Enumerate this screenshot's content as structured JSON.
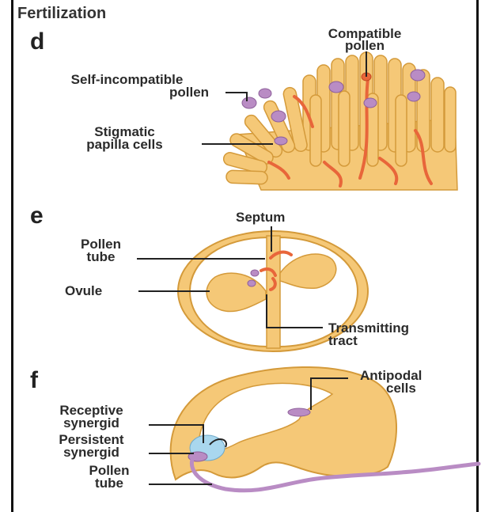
{
  "title": "Fertilization",
  "panels": {
    "d": {
      "letter": "d",
      "compatible_1": "Compatible",
      "compatible_2": "pollen",
      "selfinc_1": "Self-incompatible",
      "selfinc_2": "pollen",
      "stig_1": "Stigmatic",
      "stig_2": "papilla cells"
    },
    "e": {
      "letter": "e",
      "septum": "Septum",
      "pollen_tube_1": "Pollen",
      "pollen_tube_2": "tube",
      "ovule": "Ovule",
      "transmitting_1": "Transmitting",
      "transmitting_2": "tract"
    },
    "f": {
      "letter": "f",
      "antipodal_1": "Antipodal",
      "antipodal_2": "cells",
      "receptive_1": "Receptive",
      "receptive_2": "synergid",
      "persistent_1": "Persistent",
      "persistent_2": "synergid",
      "pollen_tube_1": "Pollen",
      "pollen_tube_2": "tube"
    }
  },
  "colors": {
    "tissue_fill": "#f5c877",
    "tissue_stroke": "#d49a3a",
    "pollen_tube": "#e8663a",
    "pollen_grain": "#b98cc4",
    "synergid_blue": "#a9d7ee",
    "leader": "#222222"
  }
}
